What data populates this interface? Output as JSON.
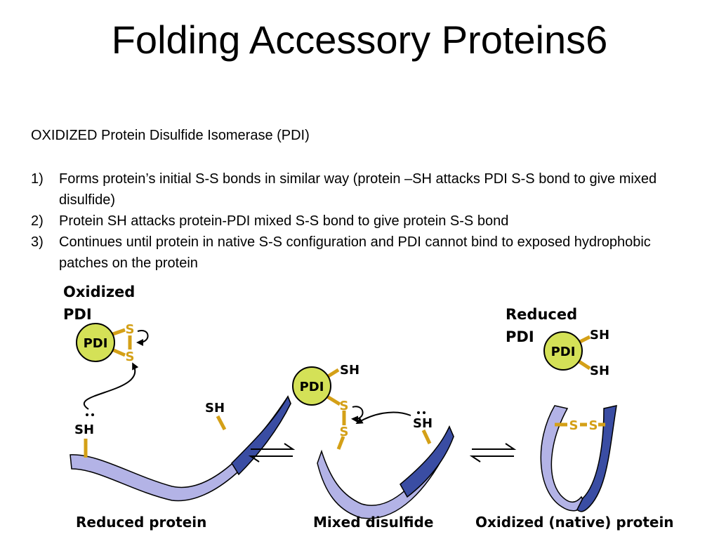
{
  "slide": {
    "title": "Folding Accessory Proteins6",
    "intro": "OXIDIZED Protein Disulfide Isomerase (PDI)",
    "steps": [
      {
        "num": "1)",
        "text": "Forms protein’s initial S-S bonds in similar way (protein –SH attacks PDI S-S bond to give mixed disulfide)"
      },
      {
        "num": "2)",
        "text": "Protein SH attacks protein-PDI mixed S-S bond to give protein S-S bond"
      },
      {
        "num": "3)",
        "text": "Continues until protein in native S-S configuration and PDI cannot bind to exposed hydrophobic patches on the protein"
      }
    ]
  },
  "diagram": {
    "labels": {
      "oxidized_pdi_1": "Oxidized",
      "oxidized_pdi_2": "PDI",
      "reduced_pdi_1": "Reduced",
      "reduced_pdi_2": "PDI",
      "pdi": "PDI",
      "sh": "SH",
      "s": "S",
      "reduced_protein": "Reduced protein",
      "mixed_disulfide": "Mixed disulfide",
      "oxidized_native_protein": "Oxidized (native) protein"
    },
    "colors": {
      "pdi_fill": "#d4e157",
      "bond": "#d4a017",
      "ribbon_light": "#b3b3e6",
      "ribbon_dark": "#3a4da3"
    }
  }
}
